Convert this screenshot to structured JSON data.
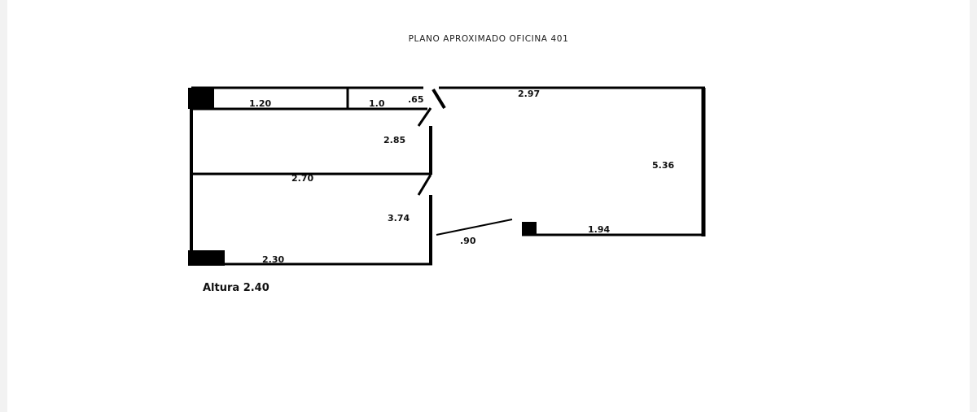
{
  "title": "PLANO APROXIMADO OFICINA 401",
  "dimensions": {
    "top_left": "1.20",
    "top_mid": "1.0",
    "door_top": ".65",
    "top_right": "2.97",
    "right_side": "5.36",
    "partition_right": "2.85",
    "middle_width": "2.70",
    "lower_right": "3.74",
    "door_bottom": ".90",
    "bottom_right": "1.94",
    "bottom_left": "2.30"
  },
  "height_note": "Altura 2.40"
}
